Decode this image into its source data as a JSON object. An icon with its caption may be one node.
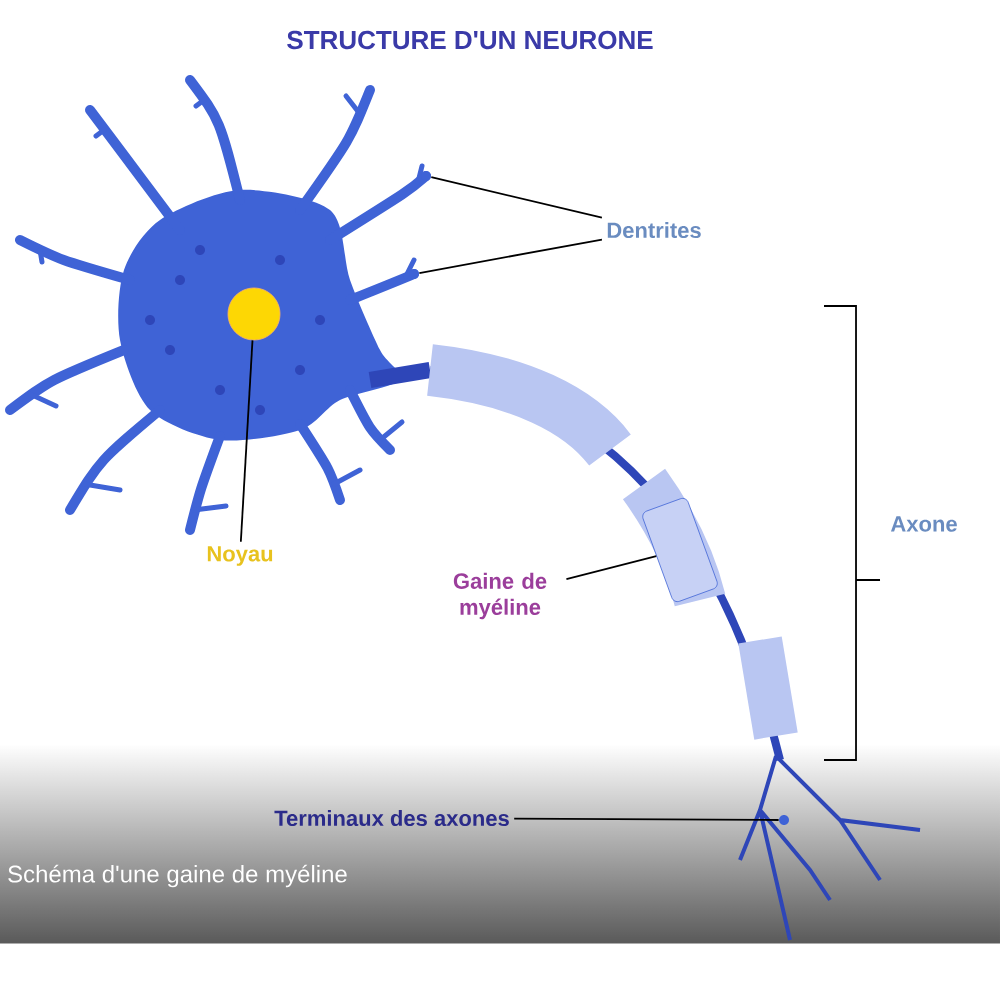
{
  "diagram": {
    "title": "STRUCTURE D'UN NEURONE",
    "caption": "Schéma d'une gaine de myéline",
    "nodes": [
      {
        "text": [
          "Dentrites"
        ]
      },
      {
        "text": [],
        "shape": "picture"
      },
      {
        "text": [],
        "shape": "picture"
      },
      {
        "text": [
          "Noyau"
        ]
      },
      {
        "text": [],
        "shape": "circle"
      },
      {
        "text": [
          "Gaine de myéline"
        ]
      },
      {
        "text": [],
        "shape": "cylinder"
      },
      {
        "text": [
          "Terminaux des axones"
        ]
      },
      {
        "text": [],
        "shape": "picture"
      }
    ],
    "edges": [
      {
        "from": 0,
        "to": 1,
        "arrow": "none"
      },
      {
        "from": 0,
        "to": 2,
        "arrow": "none"
      },
      {
        "from": 3,
        "to": 4,
        "arrow": "none"
      },
      {
        "from": 5,
        "to": 6,
        "arrow": "none"
      },
      {
        "from": 7,
        "to": 8,
        "arrow": "none"
      }
    ],
    "labels": [
      "Axone"
    ]
  }
}
